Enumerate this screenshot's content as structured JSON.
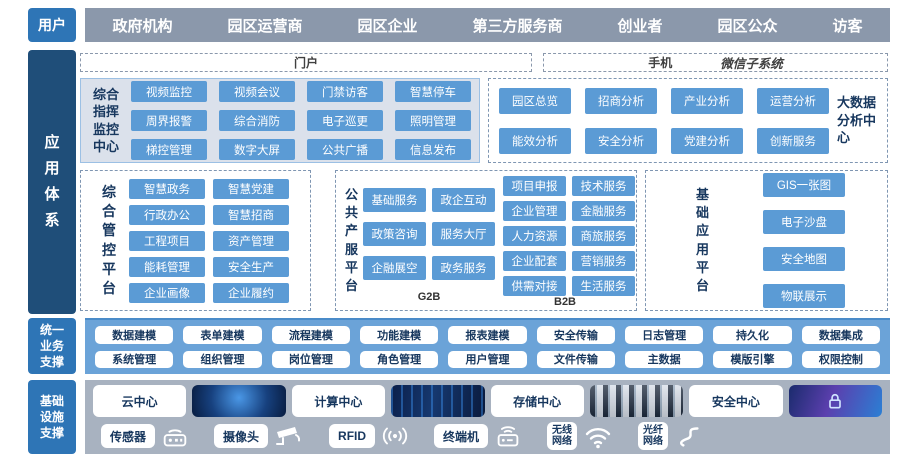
{
  "palette": {
    "accent_blue": "#2e75b6",
    "dark_navy": "#1f4e79",
    "chip_blue": "#5b9bd5",
    "band_blue": "#6ba3d8",
    "band_gray": "#a8b2c0",
    "users_bar_gray": "#8b98ab"
  },
  "users": {
    "label": "用户",
    "groups": [
      "政府机构",
      "园区运营商",
      "园区企业",
      "第三方服务商",
      "创业者",
      "园区公众",
      "访客"
    ]
  },
  "app": {
    "label": "应\n用\n体\n系",
    "portal_label": "门户",
    "mobile_label": "手机",
    "wechat_label": "微信子系统",
    "command_center": {
      "label": "综合\n指挥\n监控\n中心",
      "items": [
        "视频监控",
        "视频会议",
        "门禁访客",
        "智慧停车",
        "周界报警",
        "综合消防",
        "电子巡更",
        "照明管理",
        "梯控管理",
        "数字大屏",
        "公共广播",
        "信息发布"
      ]
    },
    "bigdata": {
      "label": "大数据\n分析中心",
      "items": [
        "园区总览",
        "招商分析",
        "产业分析",
        "运营分析",
        "能效分析",
        "安全分析",
        "党建分析",
        "创新服务"
      ]
    },
    "mgmt": {
      "label": "综\n合\n管\n控\n平\n台",
      "items": [
        "智慧政务",
        "智慧党建",
        "行政办公",
        "智慧招商",
        "工程项目",
        "资产管理",
        "能耗管理",
        "安全生产",
        "企业画像",
        "企业履约"
      ]
    },
    "service": {
      "label": "公\n共\n产\n服\n平\n台",
      "g2b": {
        "caption": "G2B",
        "items": [
          "基础服务",
          "政企互动",
          "政策咨询",
          "服务大厅",
          "企融展空",
          "政务服务"
        ]
      },
      "b2b": {
        "caption": "B2B",
        "items": [
          "项目申报",
          "技术服务",
          "企业管理",
          "金融服务",
          "人力资源",
          "商旅服务",
          "企业配套",
          "营销服务",
          "供需对接",
          "生活服务"
        ]
      }
    },
    "base": {
      "label": "基\n础\n应\n用\n平\n台",
      "items": [
        "GIS一张图",
        "电子沙盘",
        "安全地图",
        "物联展示"
      ]
    }
  },
  "biz_support": {
    "label": "统一\n业务\n支撑",
    "items": [
      "数据建模",
      "表单建模",
      "流程建模",
      "功能建模",
      "报表建模",
      "安全传输",
      "日志管理",
      "持久化",
      "数据集成",
      "系统管理",
      "组织管理",
      "岗位管理",
      "角色管理",
      "用户管理",
      "文件传输",
      "主数据",
      "模版引擎",
      "权限控制"
    ]
  },
  "infrastructure": {
    "label": "基础\n设施\n支撑",
    "centers": [
      "云中心",
      "计算中心",
      "存储中心",
      "安全中心"
    ],
    "images": [
      "cloud-network-photo",
      "circuit-board-photo",
      "server-rack-photo",
      "security-lock-photo"
    ],
    "devices": [
      {
        "label": "传感器",
        "icon": "sensor-icon"
      },
      {
        "label": "摄像头",
        "icon": "camera-icon"
      },
      {
        "label": "RFID",
        "icon": "rfid-icon"
      },
      {
        "label": "终端机",
        "icon": "terminal-icon"
      },
      {
        "label": "无线\n网络",
        "icon": "wifi-icon"
      },
      {
        "label": "光纤\n网络",
        "icon": "fiber-icon"
      }
    ]
  }
}
